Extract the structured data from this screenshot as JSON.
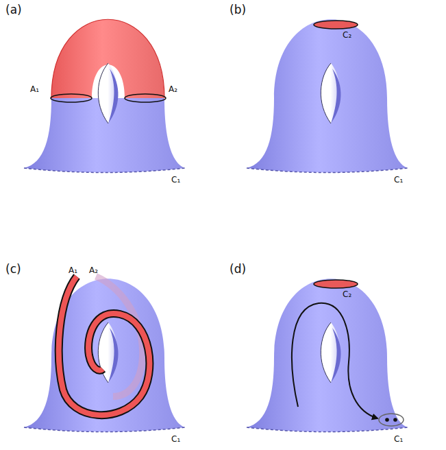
{
  "diagram": {
    "labels": [
      "(a)",
      "A₁",
      "A₂",
      "C₁",
      "(b)",
      "C₂",
      "C₁",
      "(c)",
      "A₁",
      "A₂",
      "C₁",
      "(d)",
      "C₂",
      "C₁"
    ]
  }
}
